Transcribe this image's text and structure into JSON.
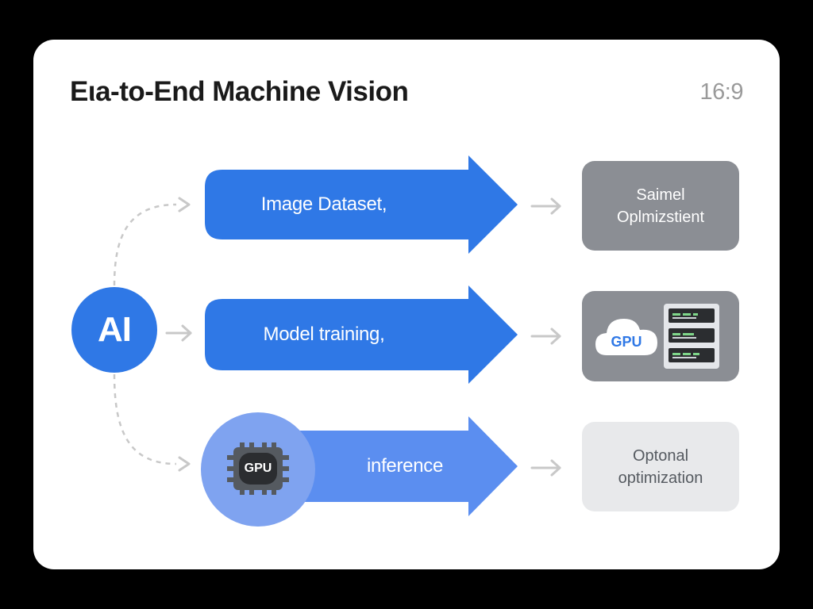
{
  "header": {
    "title": "Eιa-to-End Machine Vision",
    "aspect_label": "16:9"
  },
  "source": {
    "label": "AI"
  },
  "stages": [
    {
      "label": "Image Dataset,"
    },
    {
      "label": "Model training,"
    },
    {
      "label": "inference",
      "chip_label": "GPU"
    }
  ],
  "outputs": [
    {
      "lines": [
        "Saimel",
        "Oplmizstient"
      ]
    },
    {
      "cloud_label": "GPU"
    },
    {
      "lines": [
        "Optonal",
        "optimization"
      ]
    }
  ],
  "colors": {
    "background": "#000000",
    "card": "#ffffff",
    "primary_blue": "#2f78e6",
    "light_blue": "#7fa3f0",
    "gray_box": "#8b8e94",
    "light_gray_box": "#e8e9eb",
    "connector": "#c8c8c8"
  },
  "icons": {
    "gear": "gear-icon",
    "cloud": "cloud-icon",
    "server": "server-rack-icon"
  }
}
